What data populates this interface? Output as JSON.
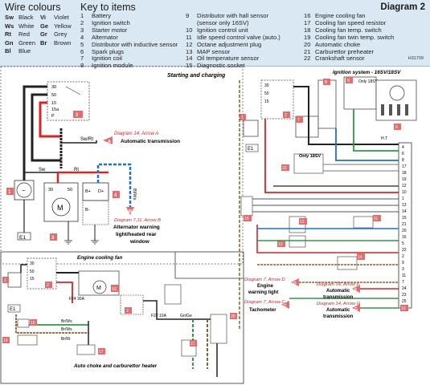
{
  "header": {
    "wire_colours_title": "Wire colours",
    "key_title": "Key to items",
    "diagram_label": "Diagram 2",
    "image_id": "H31709"
  },
  "wire_colours_col1": [
    {
      "code": "Sw",
      "name": "Black"
    },
    {
      "code": "Ws",
      "name": "White"
    },
    {
      "code": "Rt",
      "name": "Red"
    },
    {
      "code": "Gn",
      "name": "Green"
    },
    {
      "code": "Bl",
      "name": "Blue"
    }
  ],
  "wire_colours_col2": [
    {
      "code": "Vi",
      "name": "Violet"
    },
    {
      "code": "Ge",
      "name": "Yellow"
    },
    {
      "code": "Gr",
      "name": "Grey"
    },
    {
      "code": "Br",
      "name": "Brown"
    }
  ],
  "key_col1": [
    {
      "n": "1",
      "t": "Battery"
    },
    {
      "n": "2",
      "t": "Ignition switch"
    },
    {
      "n": "3",
      "t": "Starter motor"
    },
    {
      "n": "4",
      "t": "Alternator"
    },
    {
      "n": "5",
      "t": "Distributor with inductive sensor"
    },
    {
      "n": "6",
      "t": "Spark plugs"
    },
    {
      "n": "7",
      "t": "Ignition coil"
    },
    {
      "n": "8",
      "t": "Ignition module"
    }
  ],
  "key_col2": [
    {
      "n": "9",
      "t": "Distributor with hall sensor"
    },
    {
      "n": "",
      "t": "(sensor only 16SV)"
    },
    {
      "n": "10",
      "t": "Ignition control unit"
    },
    {
      "n": "11",
      "t": "Idle speed control valve (auto.)"
    },
    {
      "n": "12",
      "t": "Octane adjustment plug"
    },
    {
      "n": "13",
      "t": "MAP sensor"
    },
    {
      "n": "14",
      "t": "Oil temperature sensor"
    },
    {
      "n": "15",
      "t": "Diagnostic socket"
    }
  ],
  "key_col3": [
    {
      "n": "16",
      "t": "Engine cooling fan"
    },
    {
      "n": "17",
      "t": "Cooling fan speed resistor"
    },
    {
      "n": "18",
      "t": "Cooling fan temp. switch"
    },
    {
      "n": "19",
      "t": "Cooling fan twin temp. switch"
    },
    {
      "n": "20",
      "t": "Automatic choke"
    },
    {
      "n": "21",
      "t": "Carburettor preheater"
    },
    {
      "n": "22",
      "t": "Crankshaft sensor"
    }
  ],
  "panels": {
    "starting": "Starting and charging",
    "ignition": "Ignition system - 16SV/18SV",
    "cooling": "Engine cooling fan",
    "choke": "Auto choke and carburettor heater"
  },
  "labels": {
    "only_18sv": "Only 18SV",
    "only_18sv_small": "Only 18SV",
    "e1": "E1",
    "sw_rt": "Sw/Rt",
    "sw": "Sw",
    "rt": "Rt",
    "bl_ws": "Bl/Ws",
    "f24": "F24 30A",
    "f22": "F22 10A",
    "gn_ge": "Gn/Ge",
    "ht": "H.T"
  },
  "cross_refs": [
    {
      "ref": "Diagram 14, Arrow A",
      "title": "Automatic transmission"
    },
    {
      "ref": "Diagram 7,11, Arrow B",
      "title": "Alternator warning light/heated rear window"
    },
    {
      "ref": "Diagram 7, Arrow D",
      "title": "Engine warning light"
    },
    {
      "ref": "Diagram 14, Arrow F",
      "title": "Automatic transmission"
    },
    {
      "ref": "Diagram 7, Arrow C",
      "title": "Tachometer"
    },
    {
      "ref": "Diagram 14, Arrow G",
      "title": "Automatic transmission"
    }
  ],
  "arrows": [
    "A",
    "B",
    "D",
    "F",
    "C",
    "G"
  ],
  "connector_pins": [
    "4",
    "6",
    "8",
    "17",
    "18",
    "19",
    "12",
    "10",
    "1",
    "13",
    "14",
    "15",
    "21",
    "20",
    "16",
    "5",
    "22",
    "2",
    "9",
    "3",
    "11",
    "7",
    "24",
    "23",
    "25"
  ],
  "colors": {
    "header_bg": "#d9e8f3",
    "item_tag": "#e36d6d",
    "wire_red": "#d22",
    "wire_blue": "#1a73c9",
    "wire_green": "#2e9a3e",
    "wire_brown": "#9a5b2a"
  }
}
